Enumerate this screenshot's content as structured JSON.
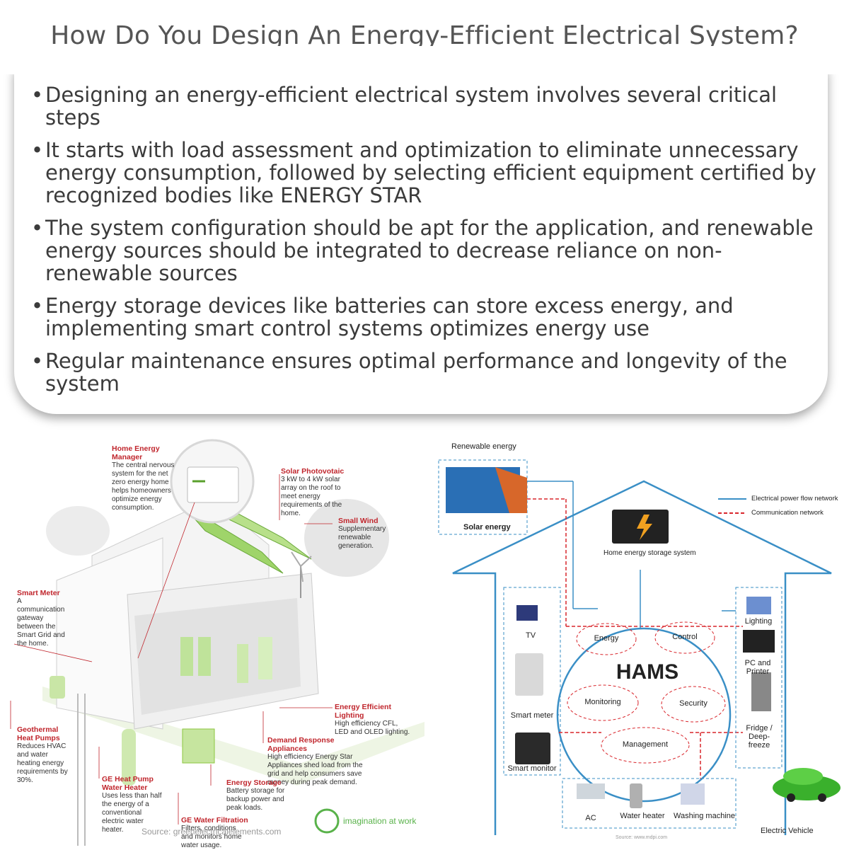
{
  "page": {
    "title": "How Do You Design An Energy-Efficient Electrical System?"
  },
  "bullets": [
    "Designing an energy-efficient electrical system involves several critical steps",
    "It starts with load assessment and optimization to eliminate unnecessary energy consumption, followed by selecting efficient equipment certified by recognized bodies like ENERGY STAR",
    "The system configuration should be apt for the application, and renewable energy sources should be integrated to decrease reliance on non-renewable sources",
    "Energy storage devices like batteries can store excess energy, and implementing smart control systems optimizes energy use",
    "Regular maintenance ensures optimal performance and longevity of the system"
  ],
  "left_figure": {
    "labels": [
      {
        "title": "Home Energy Manager",
        "text": "The central nervous system for the net zero energy home helps homeowners optimize energy consumption."
      },
      {
        "title": "Solar Photovotaic",
        "text": "3 kW to 4 kW solar array on the roof to meet energy requirements of the home."
      },
      {
        "title": "Small Wind",
        "text": "Supplementary renewable generation."
      },
      {
        "title": "Smart Meter",
        "text": "A communication gateway between the Smart Grid and the home."
      },
      {
        "title": "Energy Efficient Lighting",
        "text": "High efficiency CFL, LED and OLED lighting."
      },
      {
        "title": "Geothermal Heat Pumps",
        "text": "Reduces HVAC and water heating energy requirements by 30%."
      },
      {
        "title": "Demand Response Appliances",
        "text": "High efficiency Energy Star Appliances shed load from the grid and help consumers save money during peak demand."
      },
      {
        "title": "GE Heat Pump Water Heater",
        "text": "Uses less than half the energy of a conventional electric water heater."
      },
      {
        "title": "Energy Storage",
        "text": "Battery storage for backup power and peak loads."
      },
      {
        "title": "GE Water Filtration",
        "text": "Filters, conditions and monitors home water usage."
      }
    ],
    "logo_text": "imagination at work",
    "source": "Source: greenelectricalelements.com"
  },
  "right_figure": {
    "renewable_label": "Renewable energy",
    "solar_label": "Solar energy",
    "storage_label": "Home energy storage system",
    "legend": [
      "Electrical power flow network",
      "Communication network"
    ],
    "center": "HAMS",
    "modules": [
      "Energy",
      "Control",
      "Monitoring",
      "Security",
      "Management"
    ],
    "left_devices": [
      "TV",
      "Smart meter",
      "Smart monitor"
    ],
    "right_devices": [
      "Lighting",
      "PC and Printer",
      "Fridge / Deep-freeze"
    ],
    "bottom_devices": [
      "AC",
      "Water heater",
      "Washing machine"
    ],
    "ev_label": "Electric Vehicle",
    "source": "Source: www.mdpi.com"
  },
  "colors": {
    "power": "#3a8fc6",
    "comm": "#d9262c",
    "accent": "#c0262d",
    "green": "#8cc63f"
  }
}
